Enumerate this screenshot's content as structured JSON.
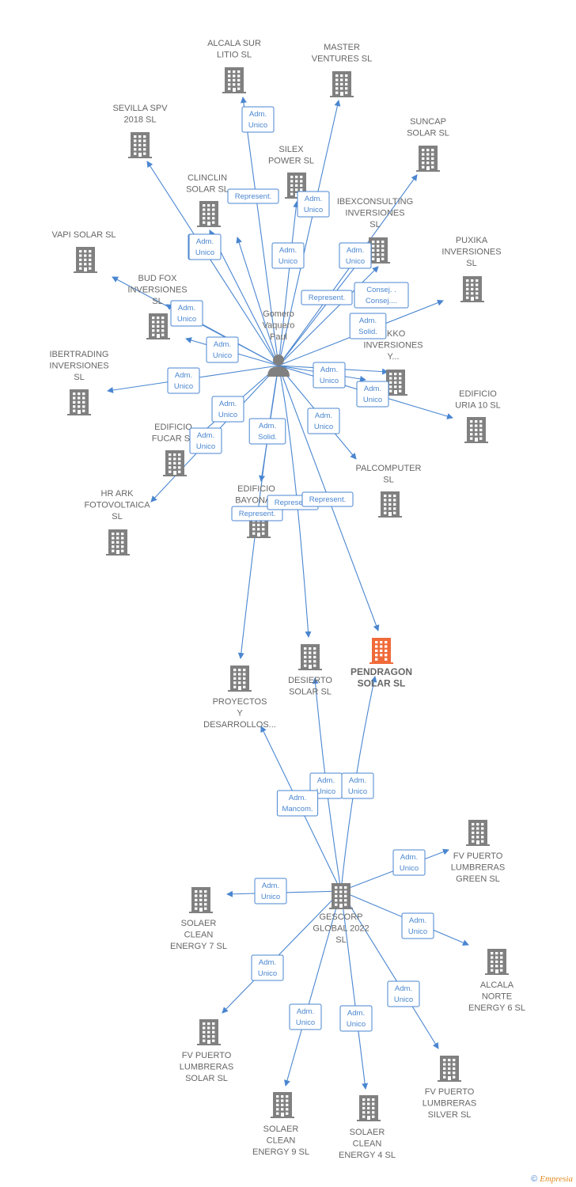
{
  "footer": {
    "copyright": "©",
    "brand": "Empresia"
  },
  "nodes": {
    "center": {
      "label": [
        "Gomero",
        "Vaquero",
        "Paul"
      ],
      "type": "person"
    },
    "gescorp": {
      "label": [
        "GESCORP",
        "GLOBAL 2022",
        "SL"
      ],
      "type": "company"
    },
    "pendragon": {
      "label": [
        "PENDRAGON",
        "SOLAR SL"
      ],
      "type": "company",
      "highlight": true
    },
    "desierto": {
      "label": [
        "DESIERTO",
        "SOLAR SL"
      ],
      "type": "company"
    },
    "proyectos": {
      "label": [
        "PROYECTOS",
        "Y",
        "DESARROLLOS..."
      ],
      "type": "company"
    },
    "alcala_sur": {
      "label": [
        "ALCALA SUR",
        "LITIO SL"
      ],
      "type": "company"
    },
    "master": {
      "label": [
        "MASTER",
        "VENTURES SL"
      ],
      "type": "company"
    },
    "sevilla": {
      "label": [
        "SEVILLA SPV",
        "2018 SL"
      ],
      "type": "company"
    },
    "suncap": {
      "label": [
        "SUNCAP",
        "SOLAR SL"
      ],
      "type": "company"
    },
    "silex": {
      "label": [
        "SILEX",
        "POWER SL"
      ],
      "type": "company"
    },
    "clinclin": {
      "label": [
        "CLINCLIN",
        "SOLAR SL"
      ],
      "type": "company"
    },
    "ibexconsulting": {
      "label": [
        "IBEXCONSULTING",
        "INVERSIONES",
        "SL"
      ],
      "type": "company"
    },
    "vapi": {
      "label": [
        "VAPI SOLAR SL"
      ],
      "type": "company"
    },
    "puxika": {
      "label": [
        "PUXIKA",
        "INVERSIONES",
        "SL"
      ],
      "type": "company"
    },
    "budfox": {
      "label": [
        "BUD FOX",
        "INVERSIONES",
        "SL"
      ],
      "type": "company"
    },
    "ekko": {
      "label": [
        "EKKO",
        "INVERSIONES",
        "Y..."
      ],
      "type": "company"
    },
    "ibertrading": {
      "label": [
        "IBERTRADING",
        "INVERSIONES",
        "SL"
      ],
      "type": "company"
    },
    "uria": {
      "label": [
        "EDIFICIO",
        "URIA 10 SL"
      ],
      "type": "company"
    },
    "fucar": {
      "label": [
        "EDIFICIO",
        "FUCAR SL"
      ],
      "type": "company"
    },
    "palcomputer": {
      "label": [
        "PALCOMPUTER",
        "SL"
      ],
      "type": "company"
    },
    "hrark": {
      "label": [
        "HR ARK",
        "FOTOVOLTAICA",
        "SL"
      ],
      "type": "company"
    },
    "bayona": {
      "label": [
        "EDIFICIO",
        "BAYONA 3"
      ],
      "type": "company"
    },
    "fv_green": {
      "label": [
        "FV PUERTO",
        "LUMBRERAS",
        "GREEN SL"
      ],
      "type": "company"
    },
    "solaer7": {
      "label": [
        "SOLAER",
        "CLEAN",
        "ENERGY 7 SL"
      ],
      "type": "company"
    },
    "alcala_norte": {
      "label": [
        "ALCALA",
        "NORTE",
        "ENERGY 6 SL"
      ],
      "type": "company"
    },
    "fv_solar": {
      "label": [
        "FV PUERTO",
        "LUMBRERAS",
        "SOLAR SL"
      ],
      "type": "company"
    },
    "fv_silver": {
      "label": [
        "FV PUERTO",
        "LUMBRERAS",
        "SILVER SL"
      ],
      "type": "company"
    },
    "solaer9": {
      "label": [
        "SOLAER",
        "CLEAN",
        "ENERGY 9 SL"
      ],
      "type": "company"
    },
    "solaer4": {
      "label": [
        "SOLAER",
        "CLEAN",
        "ENERGY 4 SL"
      ],
      "type": "company"
    }
  },
  "edges": [
    {
      "from": "center",
      "to": "alcala_sur",
      "role": [
        "Adm.",
        "Unico"
      ]
    },
    {
      "from": "center",
      "to": "master",
      "role": [
        "Adm.",
        "Unico"
      ]
    },
    {
      "from": "center",
      "to": "sevilla",
      "role": [
        "Adm.",
        "Unico"
      ]
    },
    {
      "from": "center",
      "to": "suncap",
      "role": [
        "Adm.",
        "Unico"
      ]
    },
    {
      "from": "center",
      "to": "silex",
      "role": [
        "Adm.",
        "Unico"
      ]
    },
    {
      "from": "center",
      "to": "clinclin",
      "role": [
        "Represent."
      ]
    },
    {
      "from": "center",
      "to": "ibexconsulting",
      "role": [
        "Represent."
      ]
    },
    {
      "from": "center",
      "to": "vapi",
      "role": [
        "Adm.",
        "Unico"
      ]
    },
    {
      "from": "center",
      "to": "puxika",
      "role": [
        "Adm.",
        "Solid."
      ]
    },
    {
      "from": "center",
      "to": "budfox",
      "role": [
        "Adm.",
        "Unico"
      ]
    },
    {
      "from": "center",
      "to": "ekko",
      "role": [
        "Consej. .",
        "Consej...."
      ]
    },
    {
      "from": "center",
      "to": "ibertrading",
      "role": [
        "Adm.",
        "Unico"
      ]
    },
    {
      "from": "center",
      "to": "uria",
      "role": [
        "Adm.",
        "Unico"
      ]
    },
    {
      "from": "center",
      "to": "fucar",
      "role": [
        "Adm.",
        "Unico"
      ]
    },
    {
      "from": "center",
      "to": "palcomputer",
      "role": [
        "Adm.",
        "Unico"
      ]
    },
    {
      "from": "center",
      "to": "hrark",
      "role": [
        "Adm.",
        "Unico"
      ]
    },
    {
      "from": "center",
      "to": "bayona",
      "role": [
        "Adm.",
        "Solid."
      ]
    },
    {
      "from": "center",
      "to": "proyectos",
      "role": [
        "Represent."
      ]
    },
    {
      "from": "center",
      "to": "desierto",
      "role": [
        "Represent."
      ]
    },
    {
      "from": "center",
      "to": "pendragon",
      "role": [
        "Represent."
      ]
    },
    {
      "from": "center",
      "to": "ibexconsulting",
      "role": [
        "Adm.",
        "Unico"
      ]
    },
    {
      "from": "center",
      "to": "budfox",
      "role": [
        "Adm.",
        "Unico"
      ]
    },
    {
      "from": "center",
      "to": "ekko",
      "role": [
        "Adm.",
        "Unico"
      ]
    },
    {
      "from": "center",
      "to": "clinclin",
      "role": [
        "Adm.",
        "Unico"
      ]
    },
    {
      "from": "gescorp",
      "to": "desierto",
      "role": [
        "Adm.",
        "Unico"
      ]
    },
    {
      "from": "gescorp",
      "to": "pendragon",
      "role": [
        "Adm.",
        "Unico"
      ]
    },
    {
      "from": "gescorp",
      "to": "proyectos",
      "role": [
        "Adm.",
        "Mancom."
      ]
    },
    {
      "from": "gescorp",
      "to": "fv_green",
      "role": [
        "Adm.",
        "Unico"
      ]
    },
    {
      "from": "gescorp",
      "to": "solaer7",
      "role": [
        "Adm.",
        "Unico"
      ]
    },
    {
      "from": "gescorp",
      "to": "alcala_norte",
      "role": [
        "Adm.",
        "Unico"
      ]
    },
    {
      "from": "gescorp",
      "to": "fv_solar",
      "role": [
        "Adm.",
        "Unico"
      ]
    },
    {
      "from": "gescorp",
      "to": "fv_silver",
      "role": [
        "Adm.",
        "Unico"
      ]
    },
    {
      "from": "gescorp",
      "to": "solaer9",
      "role": [
        "Adm.",
        "Unico"
      ]
    },
    {
      "from": "gescorp",
      "to": "solaer4",
      "role": [
        "Adm.",
        "Unico"
      ]
    }
  ]
}
